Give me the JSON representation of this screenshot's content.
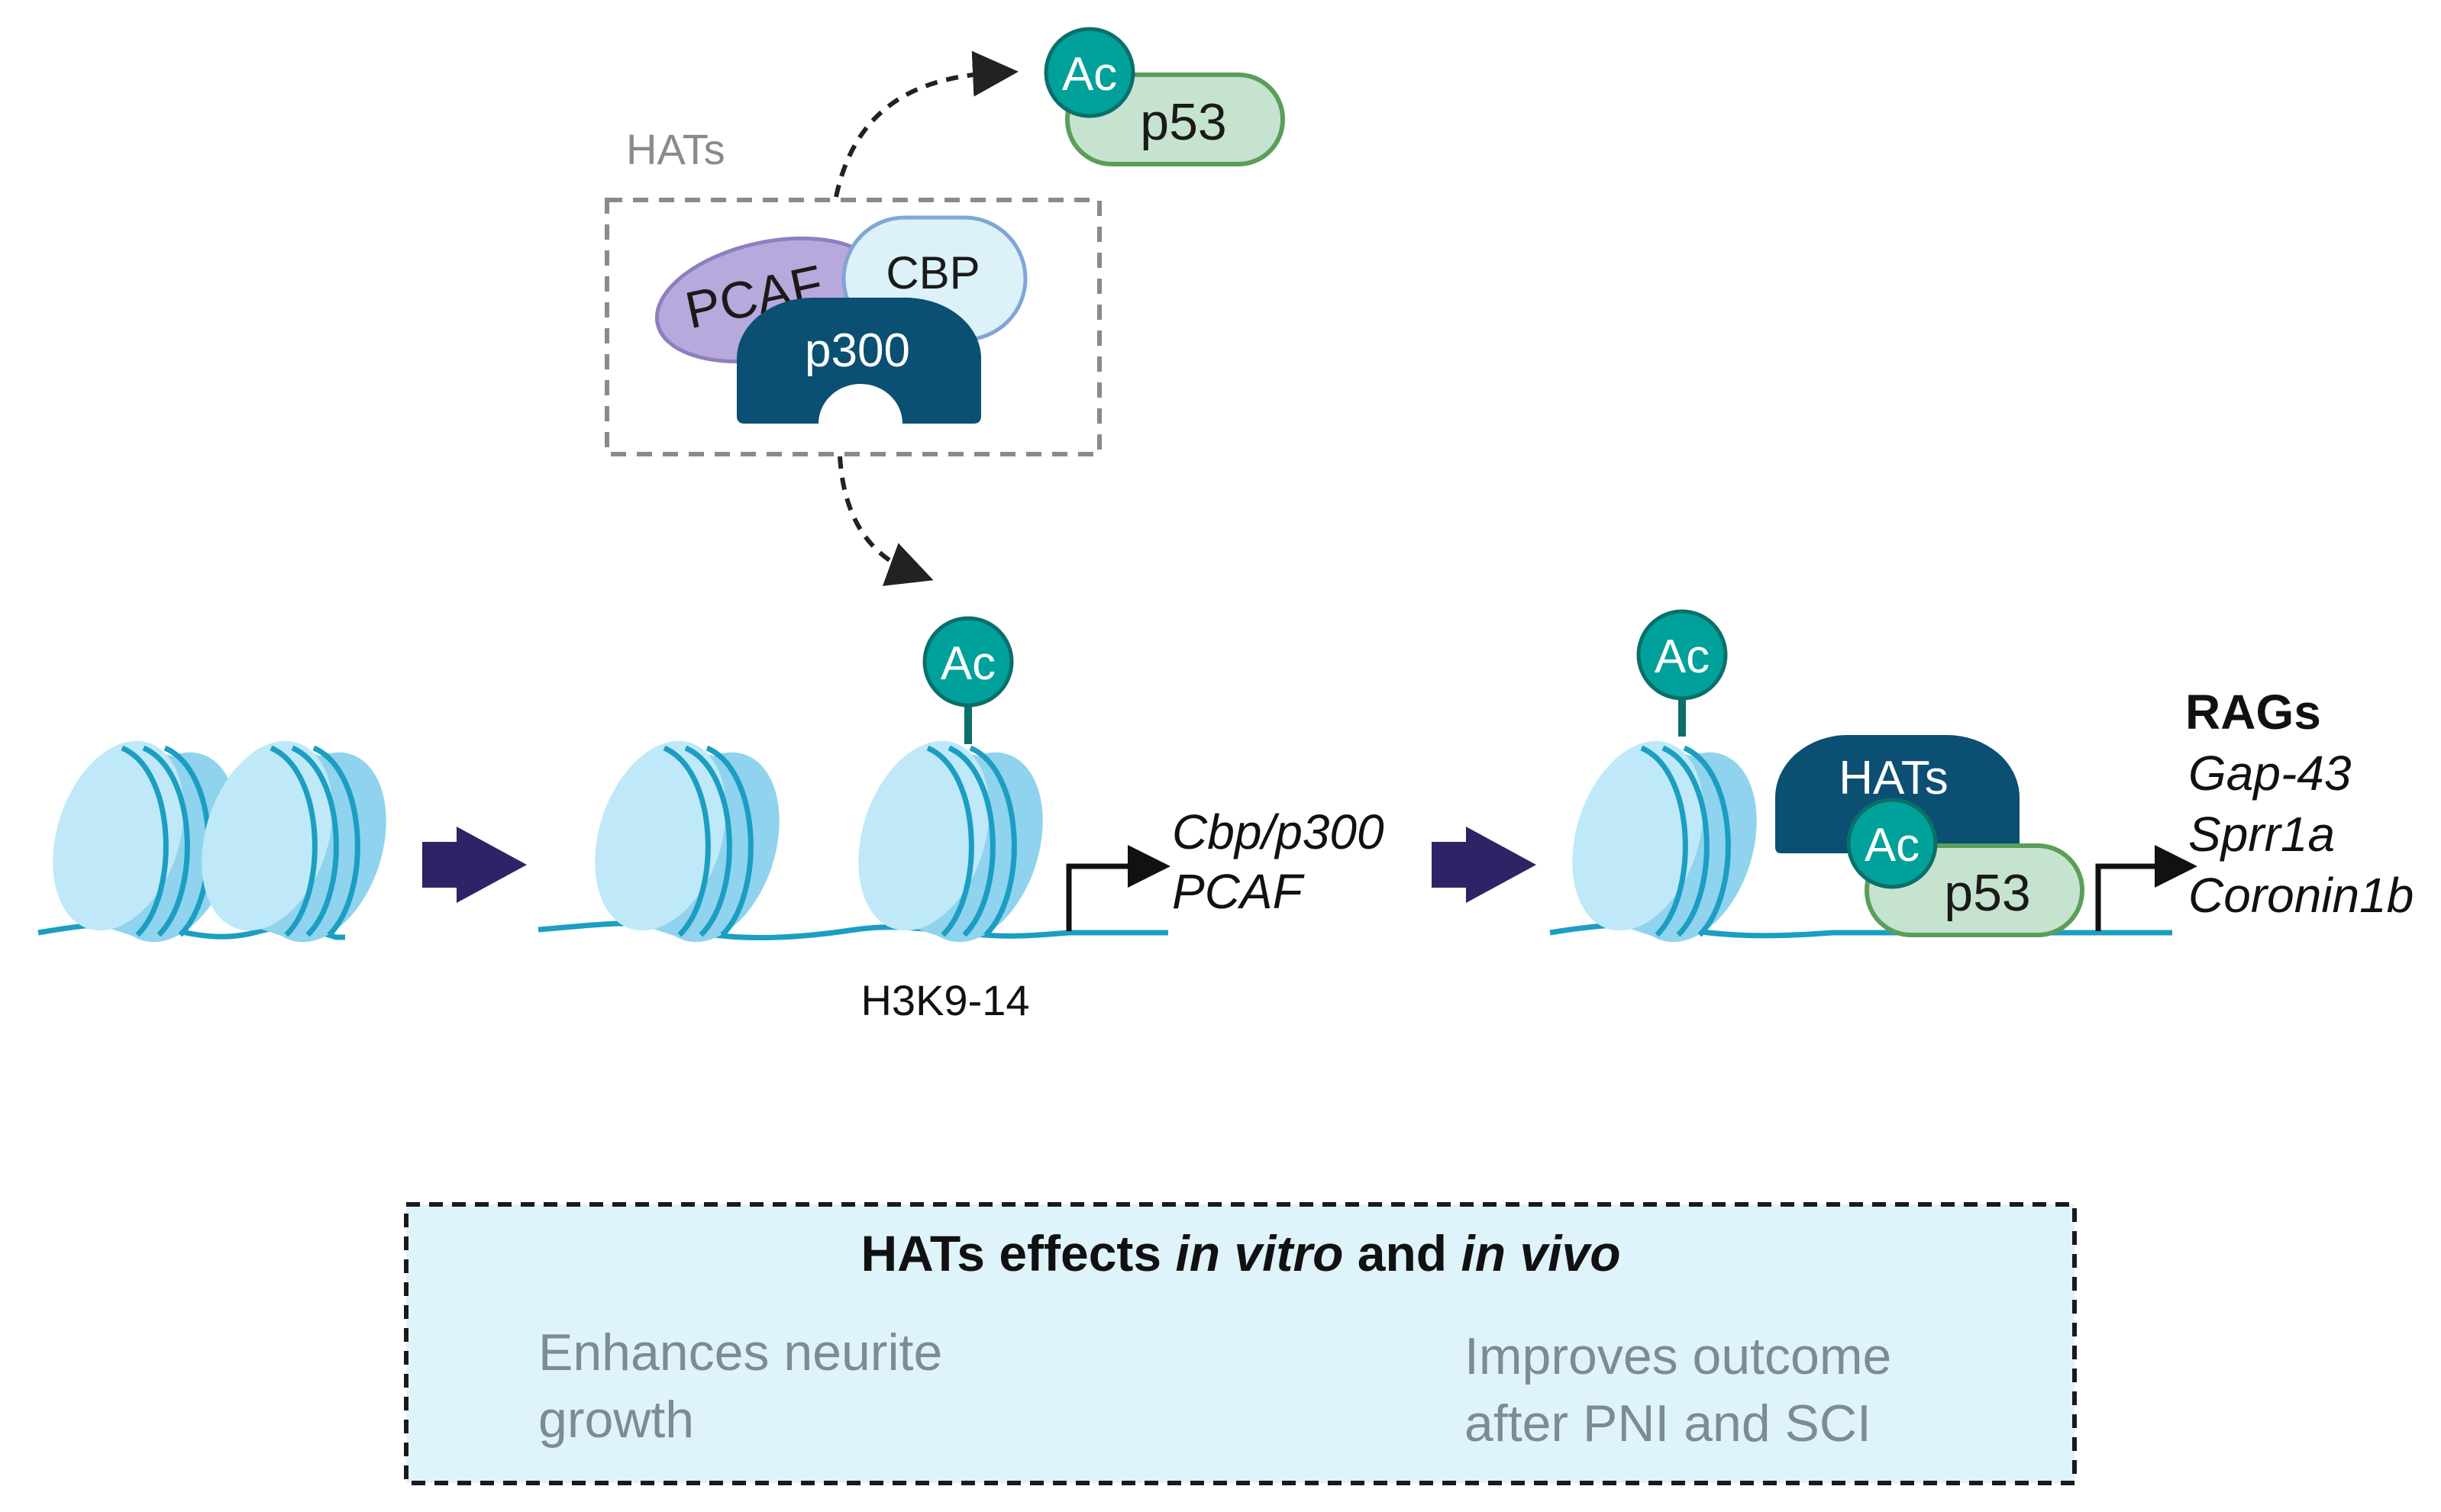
{
  "hats_box": {
    "label": "HATs"
  },
  "proteins": {
    "pcaf": "PCAF",
    "cbp": "CBP",
    "p300": "p300"
  },
  "ac_label": "Ac",
  "p53_label": "p53",
  "hats_complex_label": "HATs",
  "middle_genes": [
    "Cbp/p300",
    "PCAF"
  ],
  "h3k_label": "H3K9-14",
  "rags": {
    "title": "RAGs",
    "genes": [
      "Gap-43",
      "Sprr1a",
      "Coronin1b"
    ]
  },
  "effects_box": {
    "title_parts": [
      "HATs effects ",
      "in vitro",
      " and ",
      "in vivo"
    ],
    "left_effect": [
      "Enhances neurite",
      "growth"
    ],
    "right_effect": [
      "Improves outcome",
      "after PNI and SCI"
    ]
  },
  "colors": {
    "teal_dark": "#00a19a",
    "navy": "#0b4f73",
    "nucleosome_light": "#bfe9f8",
    "nucleosome_mid": "#8fd3ee",
    "dna": "#1b9ec2",
    "pcaf_fill": "#b7a9db",
    "cbp_fill": "#dcf1f8",
    "p53_fill": "#c6e3cf",
    "p53_stroke": "#5a9e5a",
    "arrow": "#2c2466",
    "effects_bg": "#dff3fb",
    "grey_text": "#7c8b94"
  }
}
